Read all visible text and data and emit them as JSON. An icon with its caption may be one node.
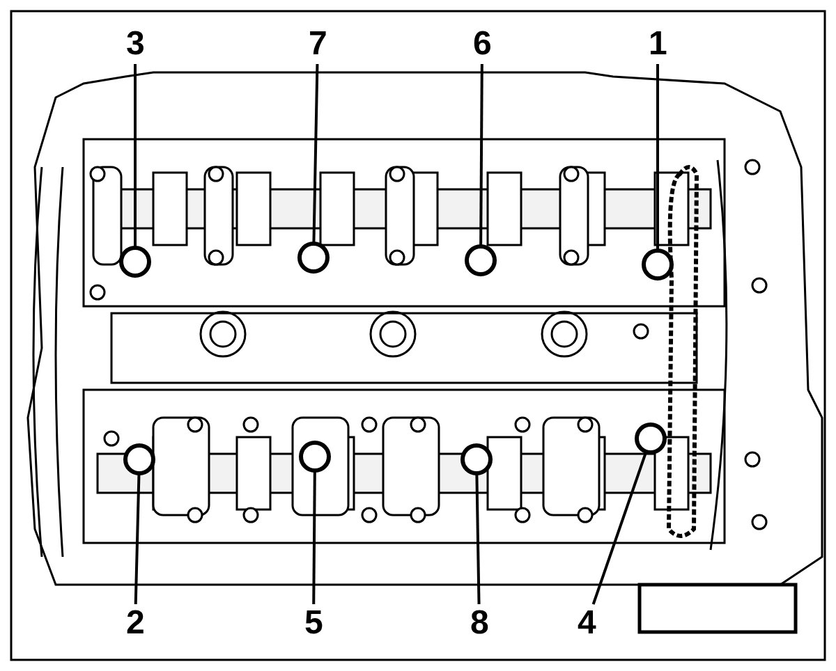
{
  "diagram": {
    "nodes": [
      {
        "text": [
          "3"
        ]
      },
      {
        "text": [
          "7"
        ]
      },
      {
        "text": [
          "6"
        ]
      },
      {
        "text": [
          "1"
        ]
      },
      {
        "text": [
          "2"
        ]
      },
      {
        "text": [
          "5"
        ]
      },
      {
        "text": [
          "8"
        ]
      },
      {
        "text": [
          "4"
        ]
      },
      {
        "text": [],
        "shape": "circle"
      },
      {
        "text": [],
        "shape": "circle"
      },
      {
        "text": [],
        "shape": "circle"
      },
      {
        "text": [],
        "shape": "circle"
      },
      {
        "text": [],
        "shape": "circle"
      },
      {
        "text": [],
        "shape": "circle"
      },
      {
        "text": [],
        "shape": "circle"
      },
      {
        "text": [],
        "shape": "circle"
      }
    ],
    "edges": [
      {
        "from": 0,
        "to": 8,
        "arrow": "none"
      },
      {
        "from": 1,
        "to": 9,
        "arrow": "none"
      },
      {
        "from": 2,
        "to": 10,
        "arrow": "none"
      },
      {
        "from": 3,
        "to": 11,
        "arrow": "none"
      },
      {
        "from": 4,
        "to": 12,
        "arrow": "none"
      },
      {
        "from": 5,
        "to": 13,
        "arrow": "none"
      },
      {
        "from": 6,
        "to": 14,
        "arrow": "none"
      },
      {
        "from": 7,
        "to": 15,
        "arrow": "none"
      }
    ]
  }
}
